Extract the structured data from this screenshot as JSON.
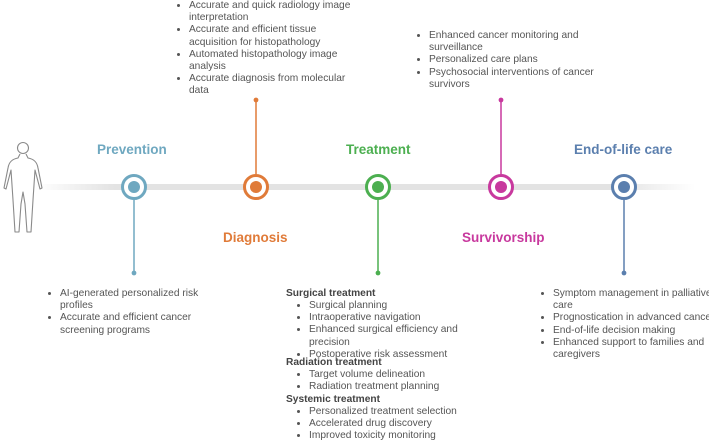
{
  "stages": [
    {
      "title": "Prevention",
      "color": "#6fa8c0",
      "items": [
        "AI-generated personalized risk profiles",
        "Accurate and efficient cancer screening programs"
      ]
    },
    {
      "title": "Diagnosis",
      "color": "#e07b39",
      "items": [
        "Accurate and quick radiology image interpretation",
        "Accurate and efficient tissue acquisition for histopathology",
        "Automated histopathology image analysis",
        "Accurate diagnosis from molecular data"
      ]
    },
    {
      "title": "Treatment",
      "color": "#4caf50",
      "sections": [
        {
          "title": "Surgical treatment",
          "items": [
            "Surgical planning",
            "Intraoperative navigation",
            "Enhanced surgical efficiency and precision",
            "Postoperative risk assessment"
          ]
        },
        {
          "title": "Radiation treatment",
          "items": [
            "Target volume delineation",
            "Radiation treatment planning"
          ]
        },
        {
          "title": "Systemic treatment",
          "items": [
            "Personalized treatment selection",
            "Accelerated drug discovery",
            "Improved toxicity monitoring"
          ]
        }
      ]
    },
    {
      "title": "Survivorship",
      "color": "#c8399e",
      "items": [
        "Enhanced cancer monitoring and surveillance",
        "Personalized care plans",
        "Psychosocial interventions of cancer survivors"
      ]
    },
    {
      "title": "End-of-life care",
      "color": "#5b7fae",
      "items": [
        "Symptom management in palliative care",
        "Prognostication in advanced cancer",
        "End-of-life decision making",
        "Enhanced support to families and caregivers"
      ]
    }
  ],
  "colors": {
    "timeline": "#e6e6e6",
    "figure": "#888888"
  },
  "icons": {
    "person": "human-figure-icon"
  }
}
